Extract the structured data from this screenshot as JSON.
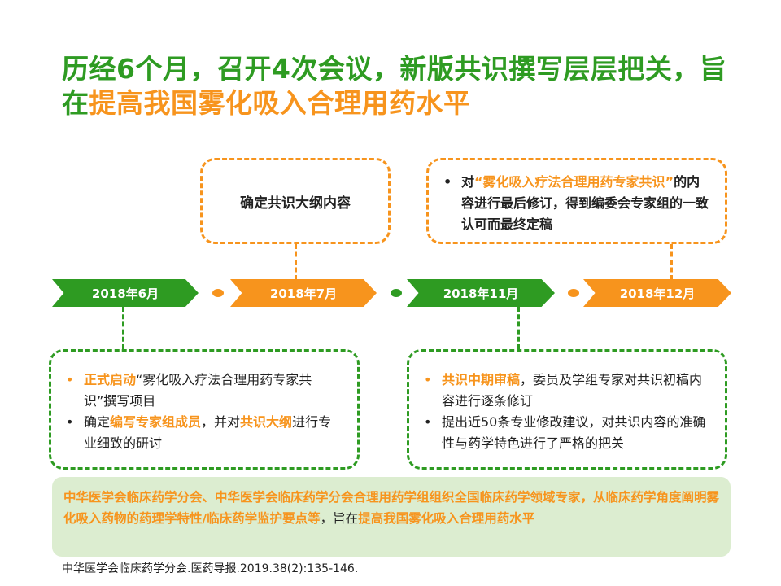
{
  "title": {
    "part1": "历经6个月，召开4次会议，新版共识撰写层层把关，旨在",
    "highlight": "提高我国雾化吸入合理用药水平"
  },
  "timeline": [
    {
      "label": "2018年6月",
      "color": "#2e9b22"
    },
    {
      "label": "2018年7月",
      "color": "#f7941d"
    },
    {
      "label": "2018年11月",
      "color": "#2e9b22"
    },
    {
      "label": "2018年12月",
      "color": "#f7941d"
    }
  ],
  "boxes": {
    "jul": {
      "text": "确定共识大纲内容"
    },
    "dec": {
      "a": "对",
      "b": "“雾化吸入疗法合理用药专家共识”",
      "c": "的内容进行最后修订，得到编委会专家组的一致认可而最终定稿"
    },
    "jun": {
      "i1_hl": "正式启动",
      "i1_rest": "“雾化吸入疗法合理用药专家共识”撰写项目",
      "i2_a": "确定",
      "i2_hl1": "编写专家组成员",
      "i2_b": "，并对",
      "i2_hl2": "共识大纲",
      "i2_c": "进行专业细致的研讨"
    },
    "nov": {
      "i1_hl": "共识中期审稿",
      "i1_rest": "，委员及学组专家对共识初稿内容进行逐条修订",
      "i2": "提出近50条专业修改建议，对共识内容的准确性与药学特色进行了严格的把关"
    }
  },
  "summary": {
    "orange": "中华医学会临床药学分会、中华医学会临床药学分会合理用药学组组织全国临床药学领域专家，从临床药学角度阐明雾化吸入药物的药理学特性/临床药学监护要点等",
    "dark": "，旨在",
    "orange2": "提高我国雾化吸入合理用药水平"
  },
  "citation": "中华医学会临床药学分会.医药导报.2019.38(2):135-146.",
  "colors": {
    "green": "#2e9b22",
    "orange": "#f7941d",
    "summary_bg": "#dcedd0"
  }
}
